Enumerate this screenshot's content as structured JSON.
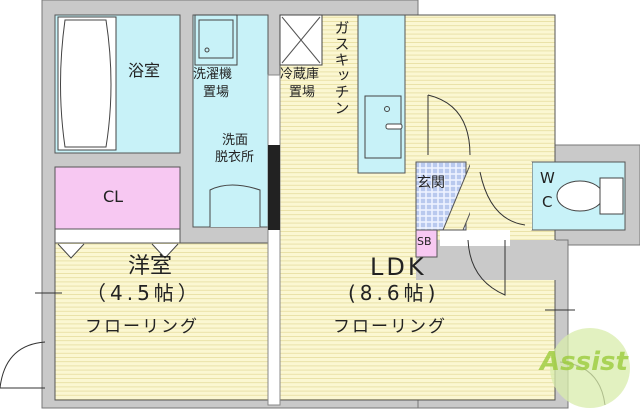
{
  "rooms": {
    "bathroom": "浴室",
    "washer_line1": "洗濯機",
    "washer_line2": "置場",
    "fridge_line1": "冷蔵庫",
    "fridge_line2": "置場",
    "gas_kitchen": "ガスキッチン",
    "washroom_line1": "洗面",
    "washroom_line2": "脱衣所",
    "closet": "CL",
    "entrance": "玄関",
    "shoe_box": "SB",
    "wc_line1": "W",
    "wc_line2": "C",
    "western_room": "洋室",
    "western_size": "（4.5帖）",
    "western_floor": "フローリング",
    "ldk": "LDK",
    "ldk_size": "(8.6帖)",
    "ldk_floor": "フローリング"
  },
  "logo": "Assist",
  "colors": {
    "wall": "#c9c9c9",
    "floor": "#fbf7d2",
    "floor_line": "#e6dd9e",
    "wet_area": "#c8f2f8",
    "closet": "#f7c8f2",
    "logo": "#9ccc3c"
  }
}
